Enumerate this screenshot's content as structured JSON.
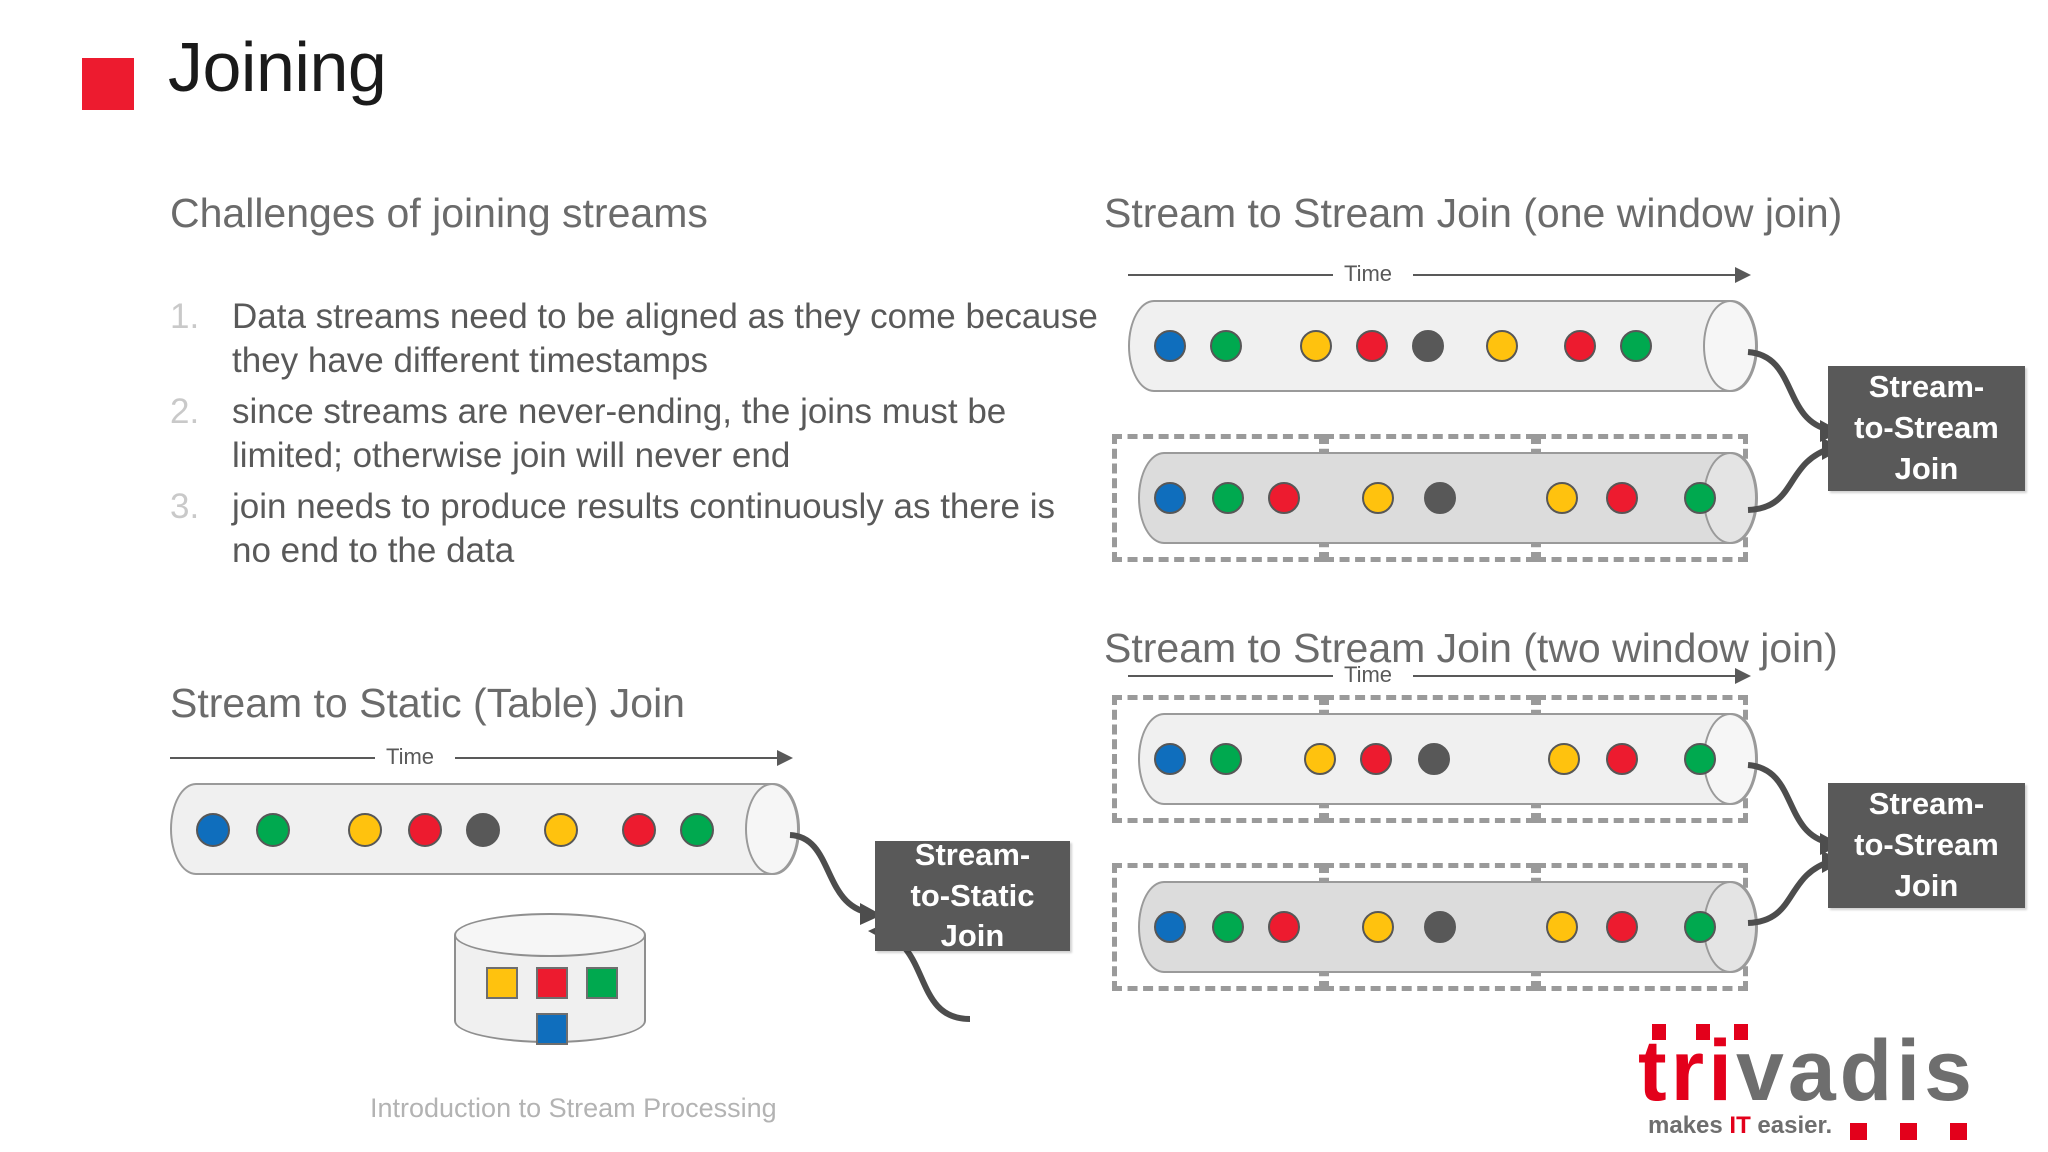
{
  "slide": {
    "title": "Joining",
    "footer": "Introduction to Stream Processing",
    "accent_color": "#ED1B2F",
    "text_color": "#595959"
  },
  "logo": {
    "word_tri": "tri",
    "word_vadis": "vadis",
    "tagline_a": "makes ",
    "tagline_it": "IT",
    "tagline_b": " easier.",
    "red": "#E3001B",
    "gray": "#6E6E6E"
  },
  "sections": {
    "challenges": {
      "heading": "Challenges of joining streams",
      "items": [
        {
          "num": "1.",
          "text": "Data streams need to be aligned as they come because they have different timestamps"
        },
        {
          "num": "2.",
          "text": "since streams are never-ending, the joins must be limited; otherwise join will never end"
        },
        {
          "num": "3.",
          "text": "join needs to produce results continuously as there is no end to the data"
        }
      ]
    },
    "stream_to_static": {
      "heading": "Stream to Static (Table) Join",
      "time_label": "Time",
      "join_box": "Stream-\nto-Static\nJoin",
      "join_box_lines": [
        "Stream-",
        "to-Static",
        "Join"
      ],
      "stream_events": [
        "blue",
        "green",
        "yellow",
        "red",
        "gray",
        "yellow",
        "red",
        "green"
      ],
      "table_items": [
        "yellow",
        "red",
        "green",
        "blue"
      ]
    },
    "stream_to_stream_one": {
      "heading": "Stream to Stream Join (one window join)",
      "time_label": "Time",
      "join_box_lines": [
        "Stream-",
        "to-Stream",
        "Join"
      ],
      "top_stream_events": [
        "blue",
        "green",
        "yellow",
        "red",
        "gray",
        "yellow",
        "red",
        "green"
      ],
      "bottom_stream_events": [
        "blue",
        "green",
        "red",
        "yellow",
        "gray",
        "yellow",
        "red",
        "green"
      ],
      "windowed_stream": "bottom",
      "window_count": 3
    },
    "stream_to_stream_two": {
      "heading": "Stream to Stream Join (two window join)",
      "time_label": "Time",
      "join_box_lines": [
        "Stream-",
        "to-Stream",
        "Join"
      ],
      "top_stream_events": [
        "blue",
        "green",
        "yellow",
        "red",
        "gray",
        "yellow",
        "red",
        "green"
      ],
      "bottom_stream_events": [
        "blue",
        "green",
        "red",
        "yellow",
        "gray",
        "yellow",
        "red",
        "green"
      ],
      "windowed_stream": "both",
      "window_count": 3
    }
  },
  "colors": {
    "blue": "#0F6EBD",
    "green": "#00A94F",
    "yellow": "#FFC20E",
    "red": "#ED1B2F",
    "gray": "#585858",
    "join_box_bg": "#595959",
    "window_dash": "#9a9a9a"
  }
}
